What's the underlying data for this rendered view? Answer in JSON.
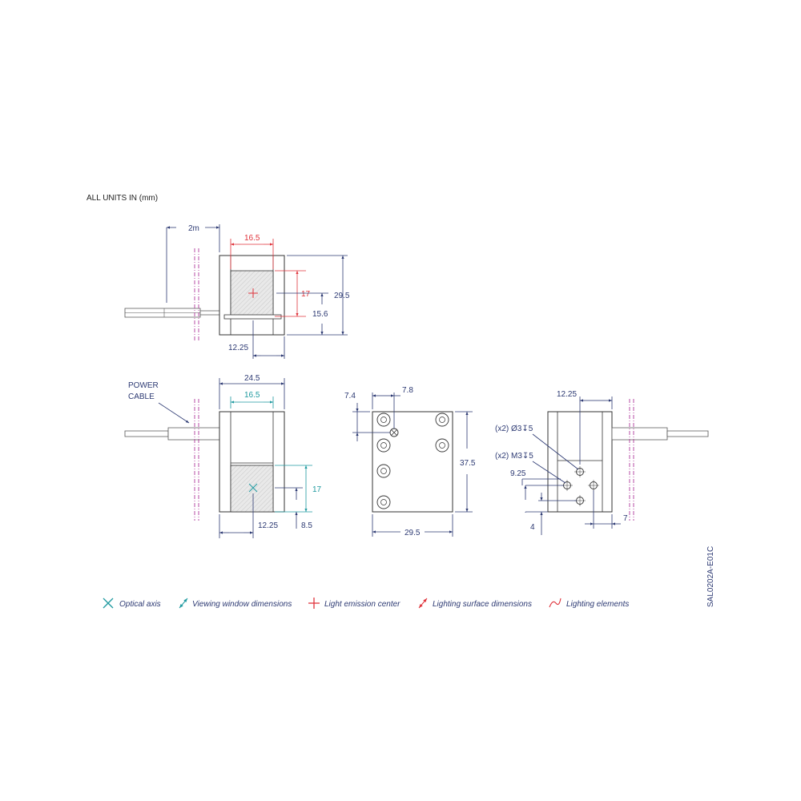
{
  "header": {
    "units_note": "ALL UNITS IN (mm)"
  },
  "views": {
    "top": {
      "cable_length": "2m",
      "width_emission": "16.5",
      "height_emission": "17",
      "height_total": "29.5",
      "center_height": "15.6",
      "center_offset": "12.25"
    },
    "front": {
      "power_cable": [
        "POWER",
        "CABLE"
      ],
      "width_total": "24.5",
      "width_window": "16.5",
      "height_window": "17",
      "center_height": "8.5",
      "center_offset": "12.25"
    },
    "back": {
      "hole_x": "7.4",
      "hole_y": "7.8",
      "height": "37.5",
      "width": "29.5"
    },
    "side": {
      "offset_top": "12.25",
      "hole_spec_1": "(x2) Ø3↧5",
      "hole_spec_2": "(x2) M3↧5",
      "dim_925": "9.25",
      "dim_4": "4",
      "dim_7": "7"
    }
  },
  "legend": [
    {
      "label": "Optical axis",
      "icon": "x-icon",
      "color": "#1f9aa0"
    },
    {
      "label": "Viewing window dimensions",
      "icon": "double-arrow-icon",
      "color": "#1f9aa0"
    },
    {
      "label": "Light emission center",
      "icon": "plus-icon",
      "color": "#e0343c"
    },
    {
      "label": "Lighting surface dimensions",
      "icon": "double-arrow-icon",
      "color": "#e0343c"
    },
    {
      "label": "Lighting elements",
      "icon": "wave-icon",
      "color": "#e0343c"
    }
  ],
  "part_number": "SAL0202A-E01C"
}
